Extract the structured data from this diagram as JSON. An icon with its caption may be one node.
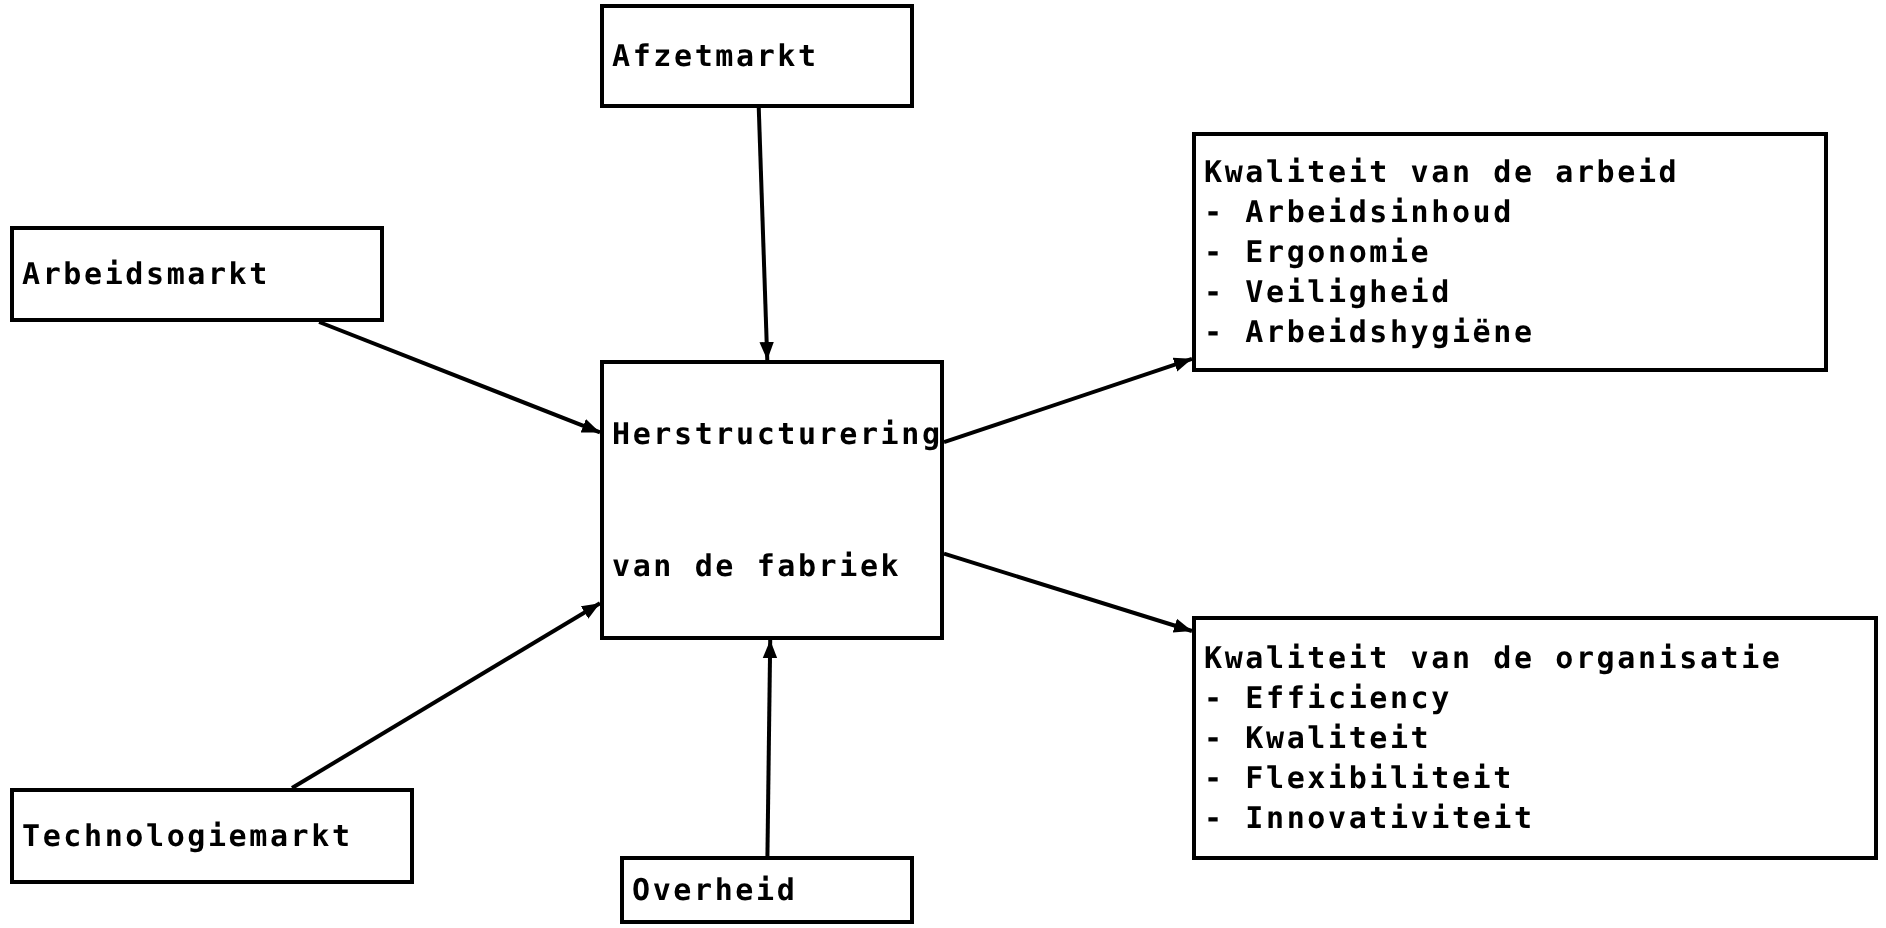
{
  "diagram": {
    "nodes": [
      {
        "text": [
          "Afzetmarkt"
        ]
      },
      {
        "text": [
          "Arbeidsmarkt"
        ]
      },
      {
        "text": [
          "Herstructurering",
          "van de fabriek"
        ]
      },
      {
        "text": [
          "Kwaliteit van de arbeid",
          "- Arbeidsinhoud",
          "- Ergonomie",
          "- Veiligheid",
          "- Arbeidshygiëne"
        ]
      },
      {
        "text": [
          "Kwaliteit van de organisatie",
          "- Efficiency",
          "- Kwaliteit",
          "- Flexibiliteit",
          "- Innovativiteit"
        ]
      },
      {
        "text": [
          "Technologiemarkt"
        ]
      },
      {
        "text": [
          "Overheid"
        ]
      }
    ],
    "edges": [
      {
        "from": 0,
        "to": 2,
        "arrow": "to"
      },
      {
        "from": 1,
        "to": 2,
        "arrow": "to"
      },
      {
        "from": 5,
        "to": 2,
        "arrow": "to"
      },
      {
        "from": 6,
        "to": 2,
        "arrow": "to"
      },
      {
        "from": 2,
        "to": 3,
        "arrow": "to"
      },
      {
        "from": 2,
        "to": 4,
        "arrow": "to"
      }
    ]
  }
}
